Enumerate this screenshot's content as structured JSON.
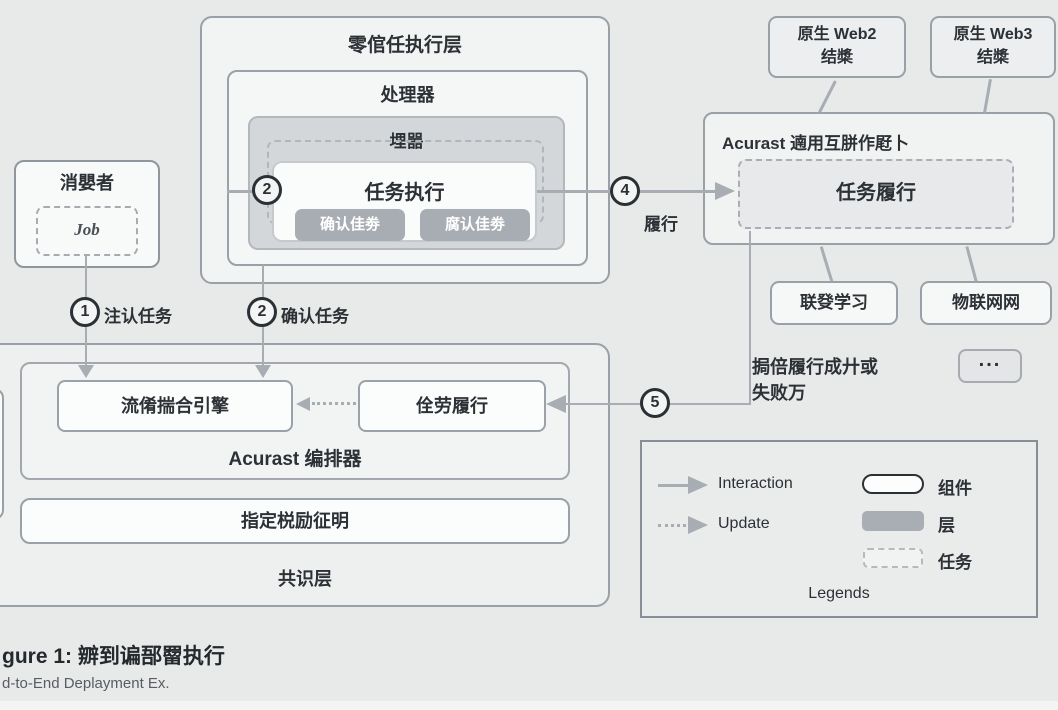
{
  "palette": {
    "background": "#e8e9e9",
    "box_border": "#99a0a6",
    "layer_fill": "#d4d7da",
    "pill_fill": "#a8adb4",
    "text_dark": "#2c3136",
    "arrow_gray": "#a7adb3"
  },
  "zero_trust": {
    "title": "零倌任执行层",
    "processor_title": "处理器",
    "runtime_title": "埋噐",
    "task_title": "任务执行",
    "pills": [
      "确认佳劵",
      "腐认佳劵"
    ]
  },
  "consumer": {
    "title": "消嬰者",
    "job": "Job"
  },
  "steps": {
    "s1": {
      "num": "1",
      "label": "注认任务"
    },
    "s2": {
      "num": "2",
      "label": "确认任务"
    },
    "s2i": {
      "num": "2"
    },
    "s4": {
      "num": "4",
      "label": "履行"
    },
    "s5": {
      "num": "5"
    }
  },
  "interop": {
    "title": "Acurast 遖用互胼作屘卜",
    "task": "任务履行"
  },
  "web2": {
    "line1": "原生 Web2",
    "line2": "结槳"
  },
  "web3": {
    "line1": "原生 Web3",
    "line2": "结槳"
  },
  "federated": "联癹学习",
  "iot": "物联网网",
  "more": "...",
  "report": {
    "line1": "挶倍履行成廾或",
    "line2": "失败万"
  },
  "consensus": {
    "title": "共识层",
    "orchestrator_title": "Acurast 编排器",
    "engine": "流倄揣合引擎",
    "fulfillment": "佺劳履行",
    "staking": "指定棁励征明"
  },
  "legend": {
    "interaction": "Interaction",
    "update": "Update",
    "component": "组件",
    "layer": "层",
    "task": "任务",
    "title": "Legends"
  },
  "caption": {
    "line1": "gure 1: 辧到谝郚罶执行",
    "line2": "d-to-End Deplayment Ex."
  }
}
